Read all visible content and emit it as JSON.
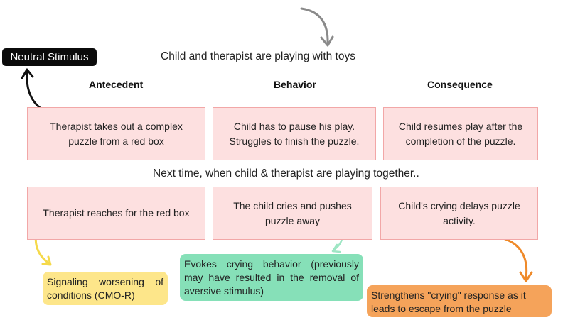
{
  "top_text": "Child and therapist are playing with toys",
  "neutral_stimulus": "Neutral Stimulus",
  "headers": {
    "antecedent": "Antecedent",
    "behavior": "Behavior",
    "consequence": "Consequence"
  },
  "row1": {
    "antecedent": "Therapist takes out a complex puzzle from a red box",
    "behavior": "Child has to pause his play. Struggles to finish the puzzle.",
    "consequence": "Child resumes play after the completion of the puzzle."
  },
  "middle_text": "Next time, when child & therapist are playing together..",
  "row2": {
    "antecedent": "Therapist reaches for the red box",
    "behavior": "The child cries and pushes puzzle away",
    "consequence": "Child's crying delays puzzle activity."
  },
  "notes": {
    "signaling": "Signaling worsening of conditions (CMO-R)",
    "evokes": "Evokes crying behavior (previously may have resulted in the removal of aversive stimulus)",
    "strengthens": "Strengthens \"crying\" response as it leads to escape from the puzzle"
  },
  "colors": {
    "box_fill": "#fde0e0",
    "box_border": "#f2a7a7",
    "yellow": "#fde68a",
    "green": "#86e0b8",
    "orange": "#f5a35a",
    "arrow_gray": "#8a8a8a",
    "arrow_black": "#111111",
    "arrow_yellow": "#f5d94a",
    "arrow_green": "#9ee6c4",
    "arrow_orange": "#ef8a2a"
  }
}
